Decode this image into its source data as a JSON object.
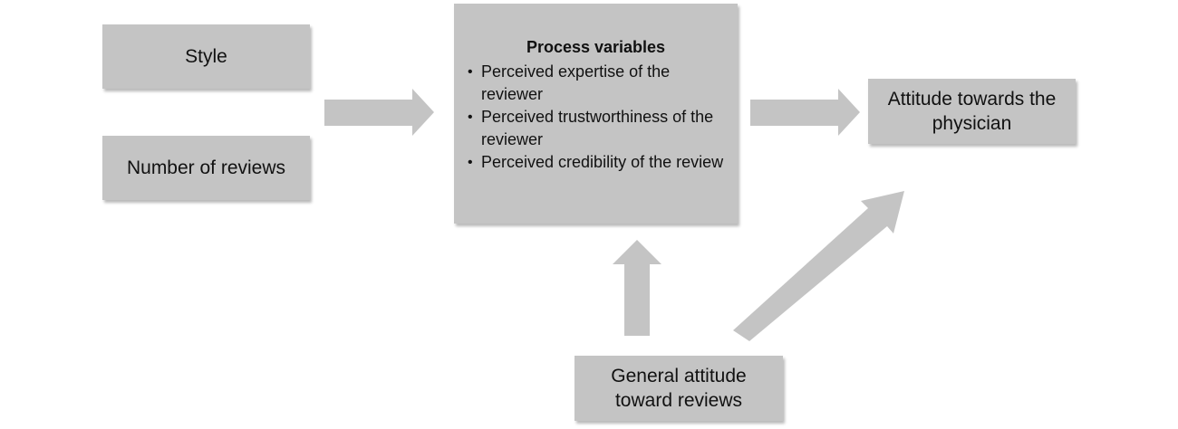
{
  "nodes": {
    "style": "Style",
    "number_of_reviews": "Number of reviews",
    "process": {
      "title": "Process variables",
      "items": [
        "Perceived expertise of the reviewer",
        "Perceived trustworthiness of the reviewer",
        "Perceived credibility of the review"
      ]
    },
    "attitude_physician": "Attitude towards the physician",
    "general_attitude": "General attitude toward reviews"
  },
  "colors": {
    "box_fill": "#c4c4c4",
    "arrow_fill": "#c4c4c4",
    "text": "#111111",
    "background": "#ffffff"
  }
}
